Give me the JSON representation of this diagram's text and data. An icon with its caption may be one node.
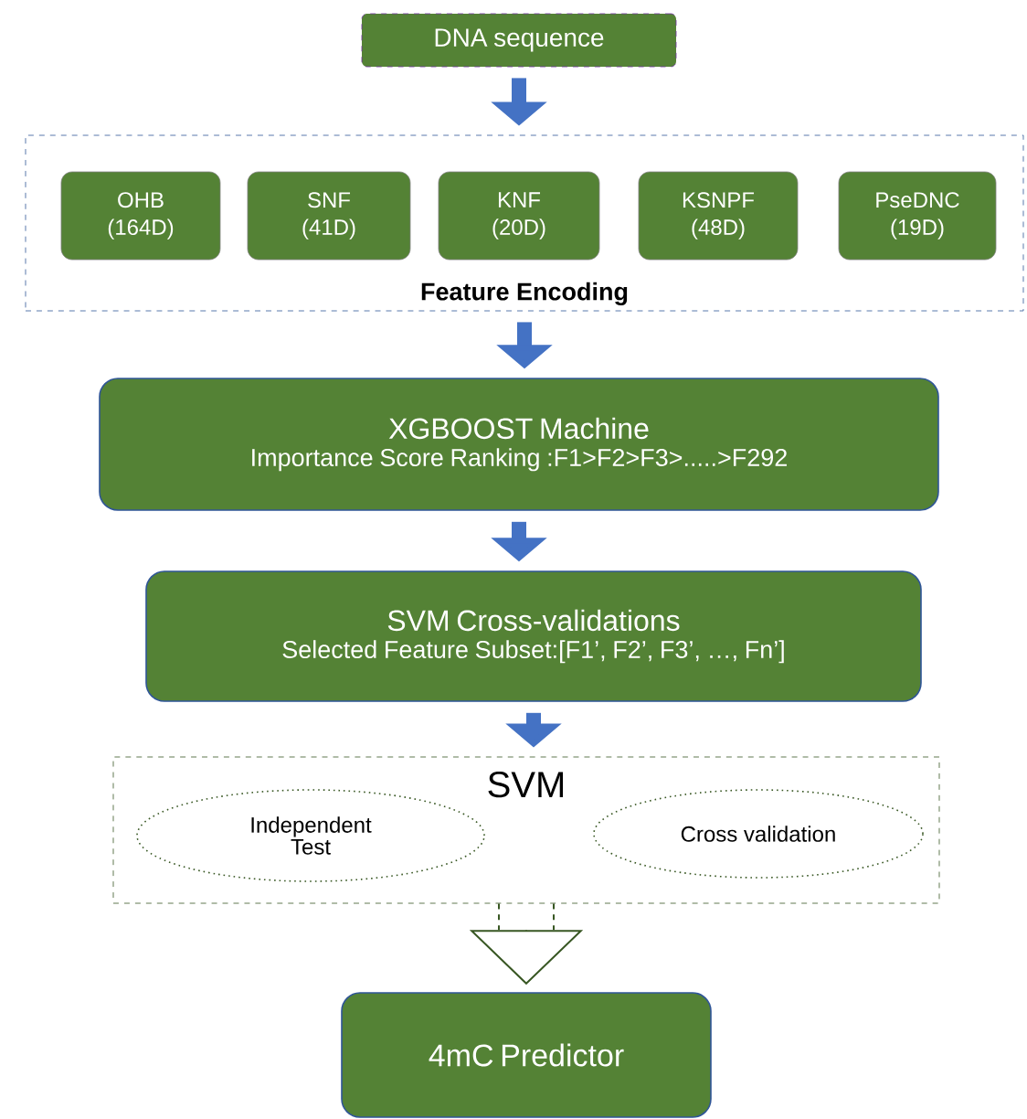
{
  "diagram": {
    "nodes": [
      {
        "text": [
          "DNA sequence"
        ]
      },
      {
        "text": [
          "Feature Encoding"
        ]
      },
      {
        "text": [
          "OHB",
          "(164D)"
        ],
        "in": 1
      },
      {
        "text": [
          "SNF",
          "(41D)"
        ],
        "in": 1
      },
      {
        "text": [
          "KNF",
          "(20D)"
        ],
        "in": 1
      },
      {
        "text": [
          "KSNPF",
          "(48D)"
        ],
        "in": 1
      },
      {
        "text": [
          "PseDNC",
          "(19D)"
        ],
        "in": 1
      },
      {
        "text": [
          "XGBOOST Machine",
          "Importance Score Ranking :F1>F2>F3>.....>F292"
        ]
      },
      {
        "text": [
          "SVM Cross-validations",
          "Selected Feature Subset:[F1’, F2’, F3’, …, Fn’]"
        ]
      },
      {
        "text": [
          "SVM"
        ]
      },
      {
        "text": [
          "Independent Test"
        ],
        "in": 9
      },
      {
        "text": [
          "Cross validation"
        ],
        "in": 9
      },
      {
        "text": [
          "4mC Predictor"
        ]
      }
    ],
    "edges": [
      {
        "from": 0,
        "to": 1,
        "arrow": "to"
      },
      {
        "from": 1,
        "to": 7,
        "arrow": "to"
      },
      {
        "from": 7,
        "to": 8,
        "arrow": "to"
      },
      {
        "from": 8,
        "to": 9,
        "arrow": "to"
      },
      {
        "from": 9,
        "to": 12,
        "arrow": "to",
        "style": "dashed",
        "color": "#385723"
      }
    ]
  }
}
